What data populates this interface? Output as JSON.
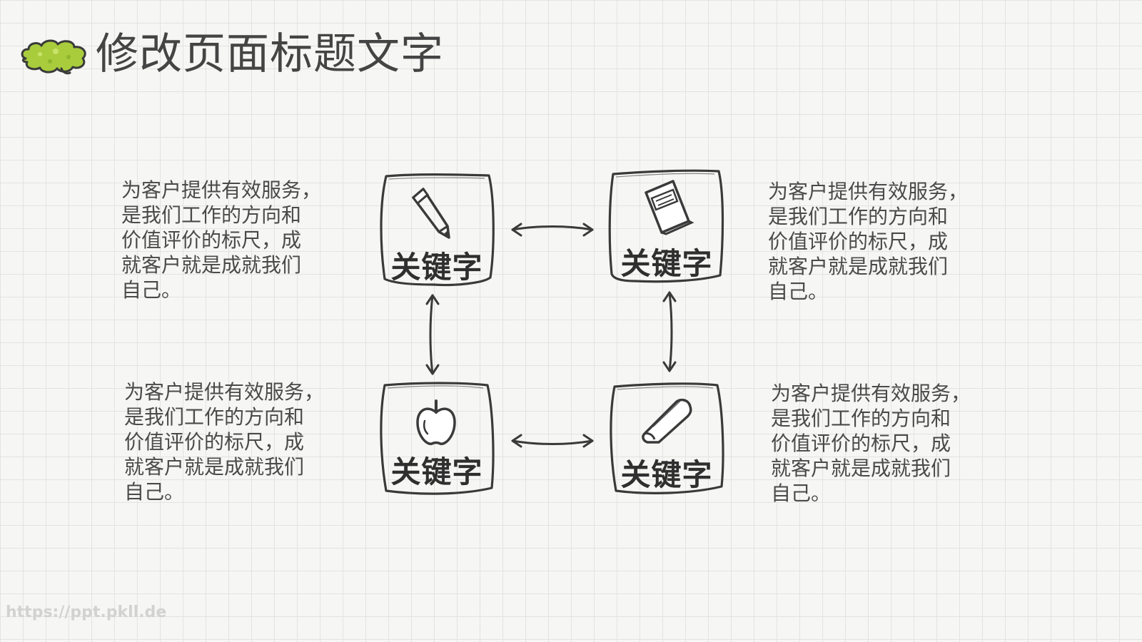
{
  "title": "修改页面标题文字",
  "cards": [
    {
      "keyword": "关键字",
      "icon": "pencil-icon"
    },
    {
      "keyword": "关键字",
      "icon": "book-icon"
    },
    {
      "keyword": "关键字",
      "icon": "apple-icon"
    },
    {
      "keyword": "关键字",
      "icon": "eraser-icon"
    }
  ],
  "descriptions": [
    "为客户提供有效服务，\n是我们工作的方向和\n价值评价的标尺，成\n就客户就是成就我们\n自己。",
    "为客户提供有效服务，\n是我们工作的方向和\n价值评价的标尺，成\n就客户就是成就我们\n自己。",
    "为客户提供有效服务，\n是我们工作的方向和\n价值评价的标尺，成\n就客户就是成就我们\n自己。",
    "为客户提供有效服务，\n是我们工作的方向和\n价值评价的标尺，成\n就客户就是成就我们\n自己。"
  ],
  "watermark": "https://ppt.pkll.de",
  "colors": {
    "cloud": "#a8cc3c",
    "ink": "#3a3a3a",
    "grid": "#e3e3e1"
  }
}
